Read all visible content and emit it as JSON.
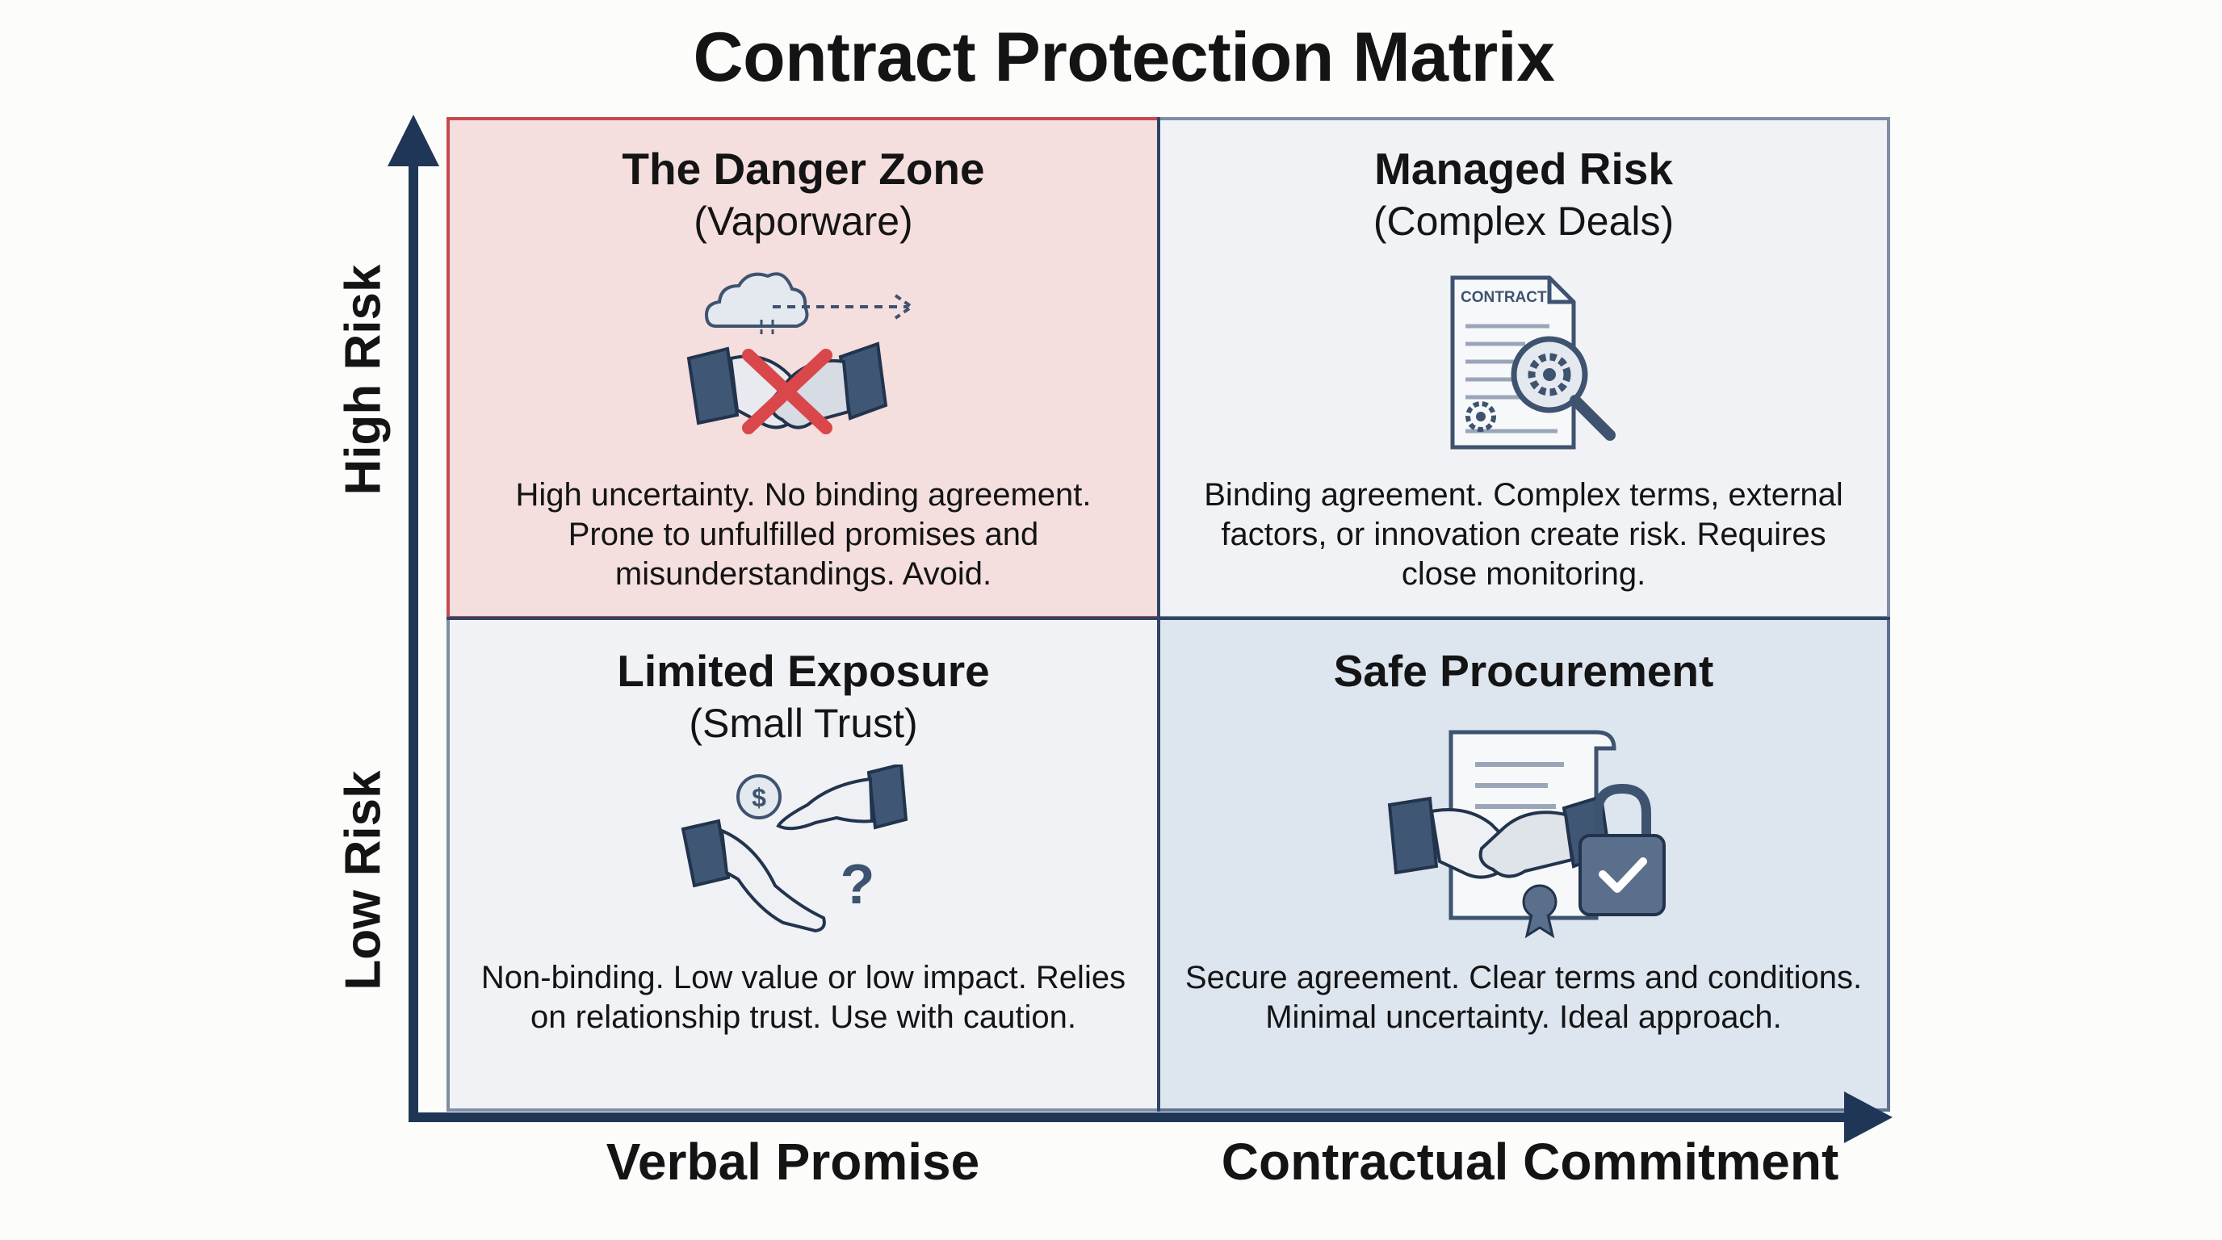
{
  "title": "Contract Protection Matrix",
  "y_axis": {
    "high": "High Risk",
    "low": "Low Risk"
  },
  "x_axis": {
    "left": "Verbal Promise",
    "right": "Contractual Commitment"
  },
  "quadrants": {
    "top_left": {
      "title": "The Danger Zone",
      "subtitle": "(Vaporware)",
      "description": "High uncertainty. No binding agreement. Prone to unfulfilled promises and misunderstandings. Avoid.",
      "icon": "broken-handshake-cloud-icon"
    },
    "top_right": {
      "title": "Managed Risk",
      "subtitle": "(Complex Deals)",
      "description": "Binding agreement. Complex terms, external factors, or innovation create risk. Requires close monitoring.",
      "icon": "contract-magnifier-icon",
      "icon_text": "CONTRACT"
    },
    "bottom_left": {
      "title": "Limited Exposure",
      "subtitle": "(Small Trust)",
      "description": "Non-binding. Low value or low impact. Relies on relationship trust. Use with caution.",
      "icon": "hands-coin-question-icon"
    },
    "bottom_right": {
      "title": "Safe Procurement",
      "description": "Secure agreement. Clear terms and conditions. Minimal uncertainty. Ideal approach.",
      "icon": "handshake-lock-icon"
    }
  },
  "colors": {
    "axis": "#1f3656",
    "danger_fill": "#f4dede",
    "danger_border": "#c54a4f",
    "neutral_fill": "#f1f2f5",
    "safe_fill": "#dde5ef",
    "cross": "#d9474b"
  }
}
